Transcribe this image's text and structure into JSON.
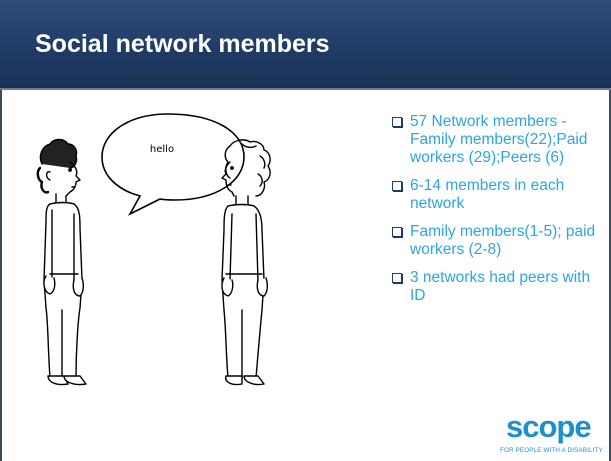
{
  "slide": {
    "title": "Social network members",
    "speech_bubble": "hello",
    "bullets": [
      "57 Network members     - Family members(22);Paid workers (29);Peers (6)",
      "6-14 members in each network",
      "Family members(1-5); paid workers (2-8)",
      "3 networks had peers with ID"
    ]
  },
  "logo": {
    "word": "scope",
    "tagline": "FOR PEOPLE WITH A DISABILITY"
  },
  "colors": {
    "title_bar": "#1f3a64",
    "bullet_text": "#2da6dd",
    "logo": "#1b8fd0"
  }
}
